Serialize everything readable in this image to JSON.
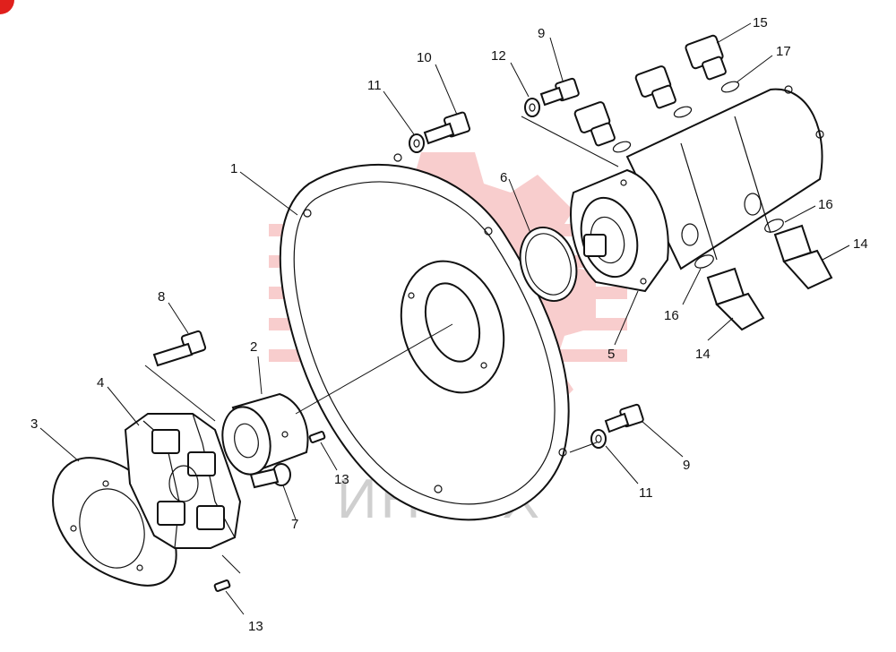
{
  "watermark": {
    "text": "ИНТЕХ",
    "color": "#f4a6a6"
  },
  "corner_marker_color": "#e0201c",
  "callouts": [
    {
      "id": "c1",
      "label": "1"
    },
    {
      "id": "c2",
      "label": "2"
    },
    {
      "id": "c3",
      "label": "3"
    },
    {
      "id": "c4",
      "label": "4"
    },
    {
      "id": "c5",
      "label": "5"
    },
    {
      "id": "c6",
      "label": "6"
    },
    {
      "id": "c7",
      "label": "7"
    },
    {
      "id": "c8",
      "label": "8"
    },
    {
      "id": "c9a",
      "label": "9"
    },
    {
      "id": "c9b",
      "label": "9"
    },
    {
      "id": "c10",
      "label": "10"
    },
    {
      "id": "c11a",
      "label": "11"
    },
    {
      "id": "c11b",
      "label": "11"
    },
    {
      "id": "c12",
      "label": "12"
    },
    {
      "id": "c13a",
      "label": "13"
    },
    {
      "id": "c13b",
      "label": "13"
    },
    {
      "id": "c14a",
      "label": "14"
    },
    {
      "id": "c14b",
      "label": "14"
    },
    {
      "id": "c15",
      "label": "15"
    },
    {
      "id": "c16a",
      "label": "16"
    },
    {
      "id": "c16b",
      "label": "16"
    },
    {
      "id": "c17",
      "label": "17"
    }
  ]
}
